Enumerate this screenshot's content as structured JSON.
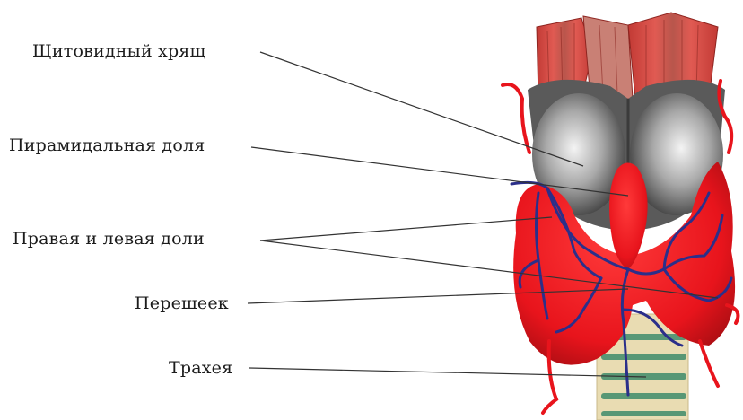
{
  "labels": {
    "thyroid_cartilage": "Щитовидный хрящ",
    "pyramidal_lobe": "Пирамидальная доля",
    "right_left_lobes": "Правая и левая доли",
    "isthmus": "Перешеек",
    "trachea": "Трахея"
  },
  "colors": {
    "gland_red": "#e8141c",
    "vein_blue": "#2b2f8a",
    "cartilage_gray": "#8f8f8f",
    "trachea_tan": "#e8dcb0",
    "trachea_ring": "#3a8a6a",
    "leader_line": "#333333"
  }
}
